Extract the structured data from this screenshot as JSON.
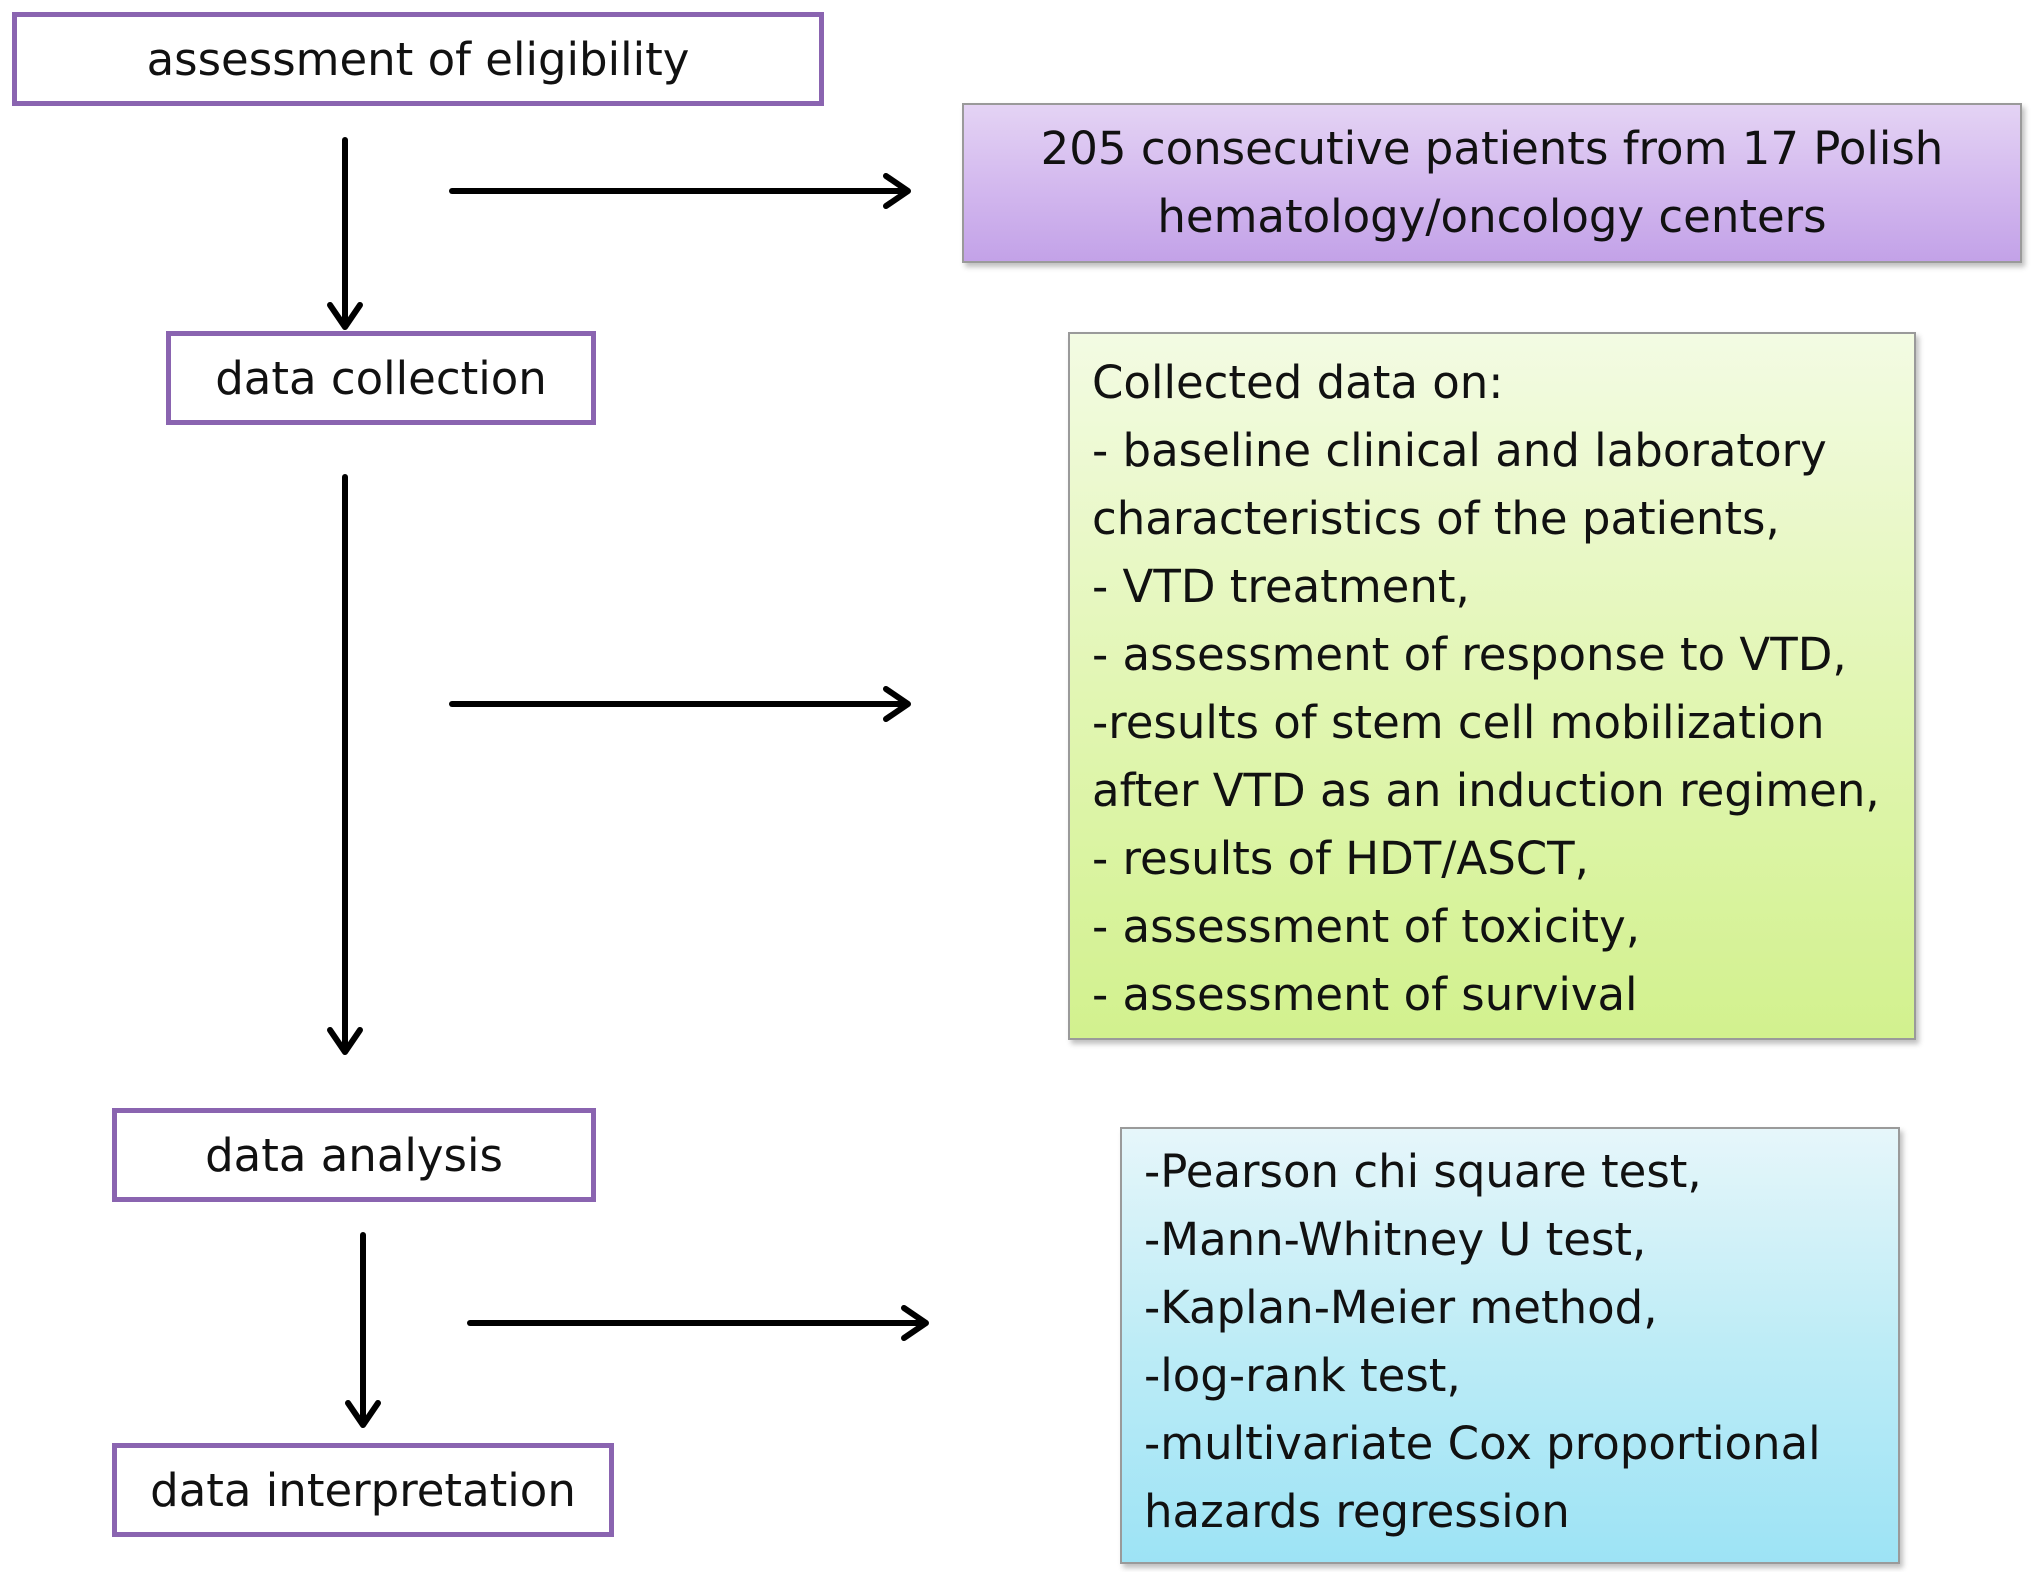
{
  "steps": {
    "eligibility": "assessment of eligibility",
    "collection": "data collection",
    "analysis": "data analysis",
    "interpretation": "data interpretation"
  },
  "boxes": {
    "patients": [
      "205 consecutive patients from 17 Polish",
      "hematology/oncology centers"
    ],
    "collected": [
      "Collected data on:",
      "- baseline clinical and laboratory",
      "characteristics of the patients,",
      "- VTD treatment,",
      "- assessment of response to VTD,",
      "-results of stem cell mobilization",
      "after VTD as an induction regimen,",
      "- results of HDT/ASCT,",
      "- assessment of toxicity,",
      "- assessment of survival"
    ],
    "methods": [
      "-Pearson chi square test,",
      "-Mann-Whitney U test,",
      "-Kaplan-Meier method,",
      "-log-rank test,",
      "-multivariate Cox proportional",
      "hazards regression"
    ]
  },
  "colors": {
    "step_border": "#8a64b0",
    "patients_fill": "#d2b7ee",
    "collected_fill": "#e2f6b4",
    "methods_fill": "#bdecf6",
    "arrow": "#000000"
  }
}
